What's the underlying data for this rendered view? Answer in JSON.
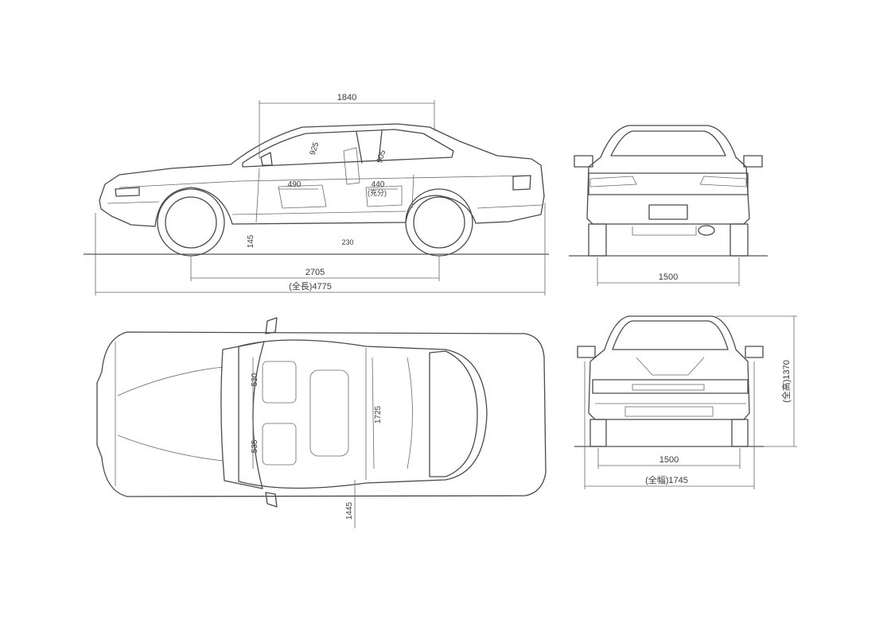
{
  "drawing": {
    "side_view": {
      "roof_length": "1840",
      "front_headroom": "925",
      "rear_headroom": "905",
      "front_seat_width": "490",
      "rear_seat_width": "440",
      "rear_seat_note": "(充分)",
      "ground_clearance": "145",
      "floor_mark": "230",
      "wheelbase": "2705",
      "overall_length": "(全長)4775"
    },
    "top_view": {
      "front_shoulder": "530",
      "rear_shoulder": "535",
      "interior_length": "1725",
      "bottom_mark": "1445"
    },
    "rear_view": {
      "track": "1500"
    },
    "front_view": {
      "track": "1500",
      "overall_width": "(全幅)1745",
      "overall_height": "(全高)1370"
    }
  },
  "colors": {
    "ink": "#4a4a4a",
    "paper": "#ffffff"
  }
}
